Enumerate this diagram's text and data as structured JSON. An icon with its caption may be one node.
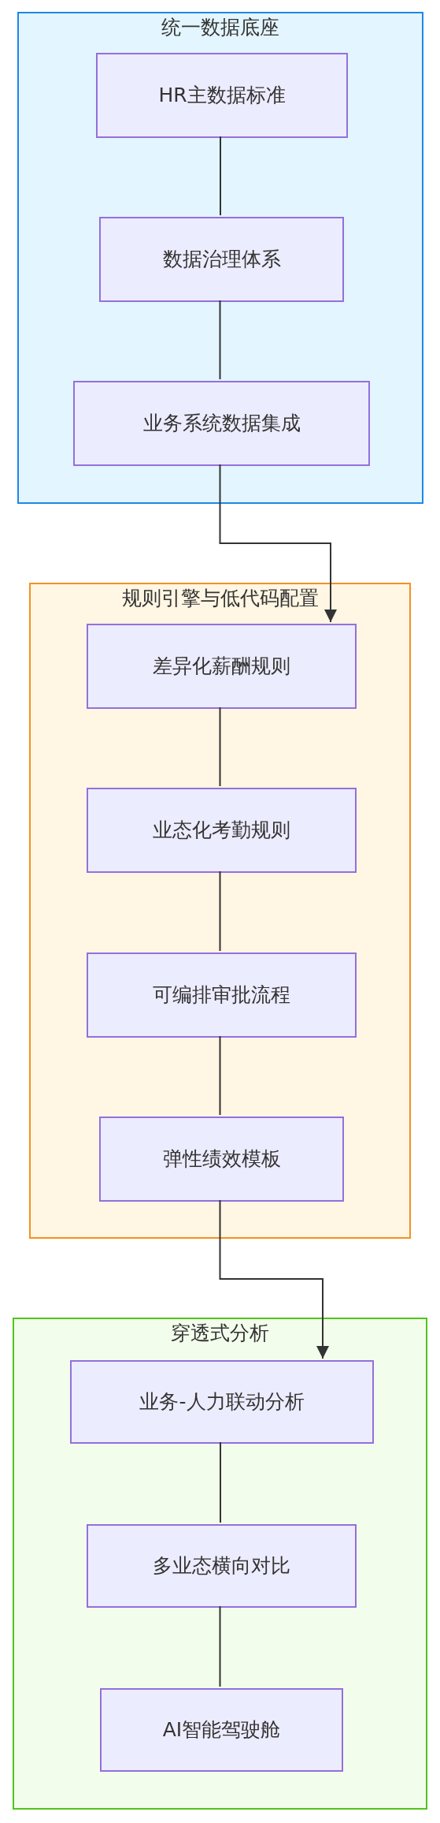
{
  "diagram": {
    "nodes": [
      {
        "text": [
          "统一数据底座"
        ]
      },
      {
        "text": [
          "HR主数据标准"
        ],
        "in": 0
      },
      {
        "text": [
          "数据治理体系"
        ],
        "in": 0
      },
      {
        "text": [
          "业务系统数据集成"
        ],
        "in": 0
      },
      {
        "text": [
          "规则引擎与低代码配置"
        ]
      },
      {
        "text": [
          "差异化薪酬规则"
        ],
        "in": 4
      },
      {
        "text": [
          "业态化考勤规则"
        ],
        "in": 4
      },
      {
        "text": [
          "可编排审批流程"
        ],
        "in": 4
      },
      {
        "text": [
          "弹性绩效模板"
        ],
        "in": 4
      },
      {
        "text": [
          "穿透式分析"
        ]
      },
      {
        "text": [
          "业务-人力联动分析"
        ],
        "in": 9
      },
      {
        "text": [
          "多业态横向对比"
        ],
        "in": 9
      },
      {
        "text": [
          "AI智能驾驶舱"
        ],
        "in": 9
      }
    ],
    "edges": [
      {
        "from": 1,
        "to": 2,
        "arrow": "none"
      },
      {
        "from": 2,
        "to": 3,
        "arrow": "none"
      },
      {
        "from": 3,
        "to": 5,
        "arrow": "to"
      },
      {
        "from": 5,
        "to": 6,
        "arrow": "none"
      },
      {
        "from": 6,
        "to": 7,
        "arrow": "none"
      },
      {
        "from": 7,
        "to": 8,
        "arrow": "none"
      },
      {
        "from": 8,
        "to": 10,
        "arrow": "to"
      },
      {
        "from": 10,
        "to": 11,
        "arrow": "none"
      },
      {
        "from": 11,
        "to": 12,
        "arrow": "none"
      }
    ]
  }
}
